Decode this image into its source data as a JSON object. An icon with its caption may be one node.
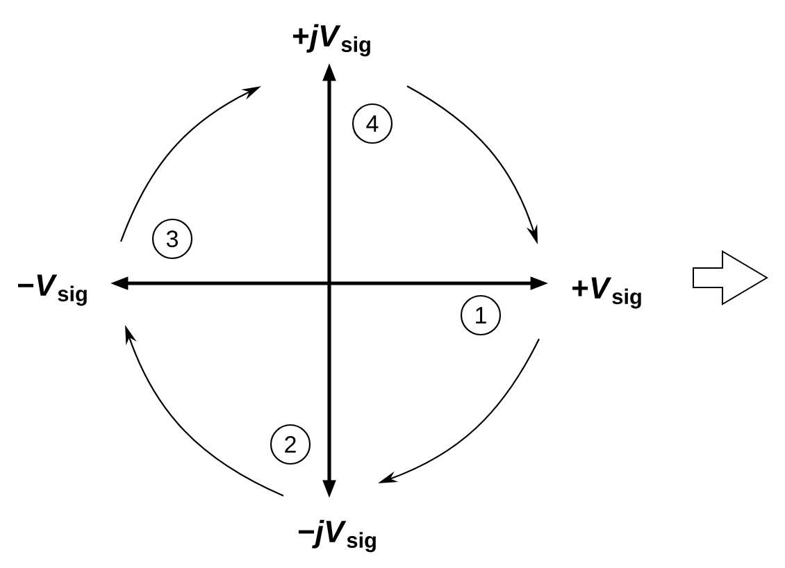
{
  "diagram": {
    "nodes": [
      {
        "text": [
          "+*jV*$_{sig}$"
        ]
      },
      {
        "text": [
          "4"
        ]
      },
      {
        "text": [
          "3"
        ]
      },
      {
        "text": [
          "−*V*$_{sig}$"
        ]
      },
      {
        "text": [
          "+*V*$_{sig}$"
        ]
      },
      {
        "text": [
          "1"
        ]
      },
      {
        "text": [
          "2"
        ]
      },
      {
        "text": [
          "−*jV*$_{sig}$"
        ]
      }
    ],
    "edges": [
      {
        "from": null,
        "to": 0,
        "arrow": "to",
        "style": "thick"
      },
      {
        "from": null,
        "to": 3,
        "arrow": "to",
        "style": "thick"
      },
      {
        "from": null,
        "to": 4,
        "arrow": "to",
        "style": "thick"
      },
      {
        "from": null,
        "to": 7,
        "arrow": "to",
        "style": "thick"
      },
      {
        "from": 0,
        "to": 4,
        "arrow": "to"
      },
      {
        "from": 4,
        "to": 7,
        "arrow": "to"
      },
      {
        "from": 7,
        "to": 3,
        "arrow": "to"
      },
      {
        "from": 3,
        "to": 0,
        "arrow": "to"
      }
    ]
  }
}
